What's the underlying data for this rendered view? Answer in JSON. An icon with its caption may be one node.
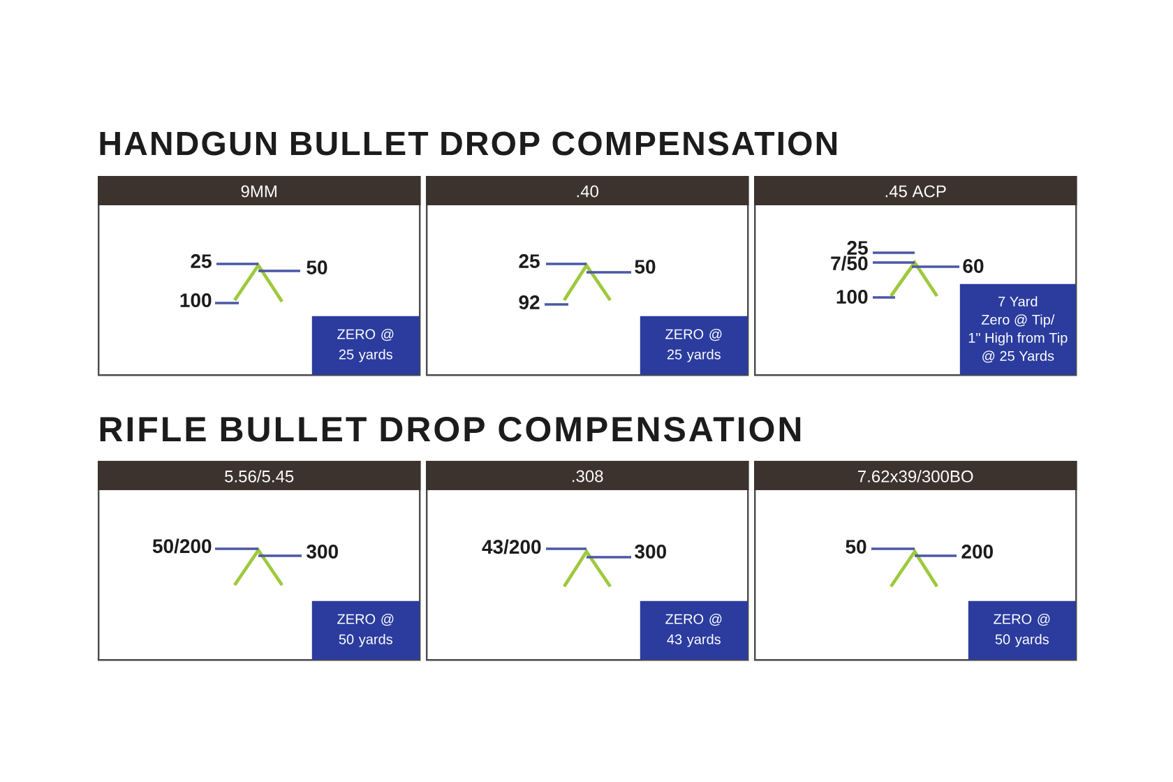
{
  "diagram": {
    "nodes": [
      {
        "text": [
          "9MM"
        ]
      },
      {
        "text": [
          "ZERO @ 25 yards"
        ],
        "in": 0
      },
      {
        "text": [
          ".40"
        ]
      },
      {
        "text": [
          "ZERO @ 25 yards"
        ],
        "in": 2
      },
      {
        "text": [
          ".45 ACP"
        ]
      },
      {
        "text": [
          "7 Yard Zero @ Tip/ 1\" High from Tip @ 25 Yards"
        ],
        "in": 4
      },
      {
        "text": [
          "5.56/5.45"
        ]
      },
      {
        "text": [
          "ZERO @ 50 yards"
        ],
        "in": 6
      },
      {
        "text": [
          ".308"
        ]
      },
      {
        "text": [
          "ZERO @ 43 yards"
        ],
        "in": 8
      },
      {
        "text": [
          "7.62x39/300BO"
        ]
      },
      {
        "text": [
          "ZERO @ 50 yards"
        ],
        "in": 10
      }
    ],
    "labels": [
      "HANDGUN BULLET DROP COMPENSATION",
      "25",
      "50",
      "100",
      "25",
      "50",
      "92",
      "25",
      "7/50",
      "60",
      "100",
      "RIFLE BULLET DROP COMPENSATION",
      "50/200",
      "300",
      "43/200",
      "300",
      "50",
      "200"
    ]
  }
}
